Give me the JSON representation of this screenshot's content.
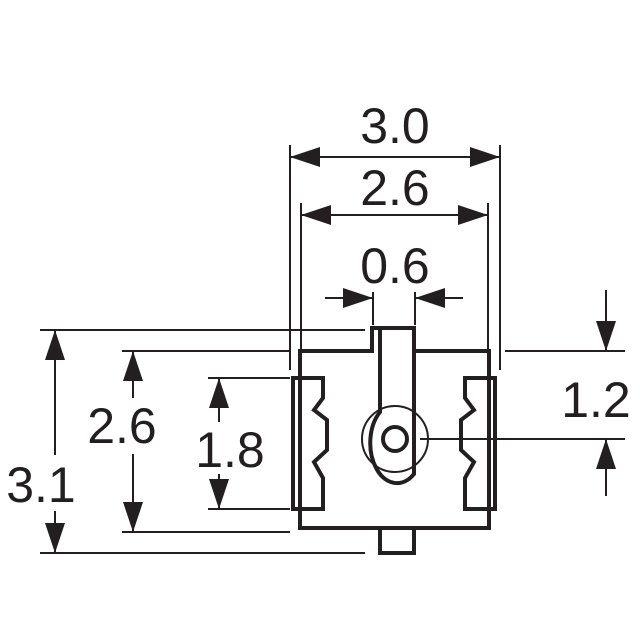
{
  "dimensions": {
    "overall_width": "3.0",
    "body_width": "2.6",
    "tab_width": "0.6",
    "overall_height": "3.1",
    "body_height": "2.6",
    "pad_height": "1.8",
    "hole_offset": "1.2"
  },
  "colors": {
    "ink": "#231f20",
    "background": "#ffffff"
  }
}
